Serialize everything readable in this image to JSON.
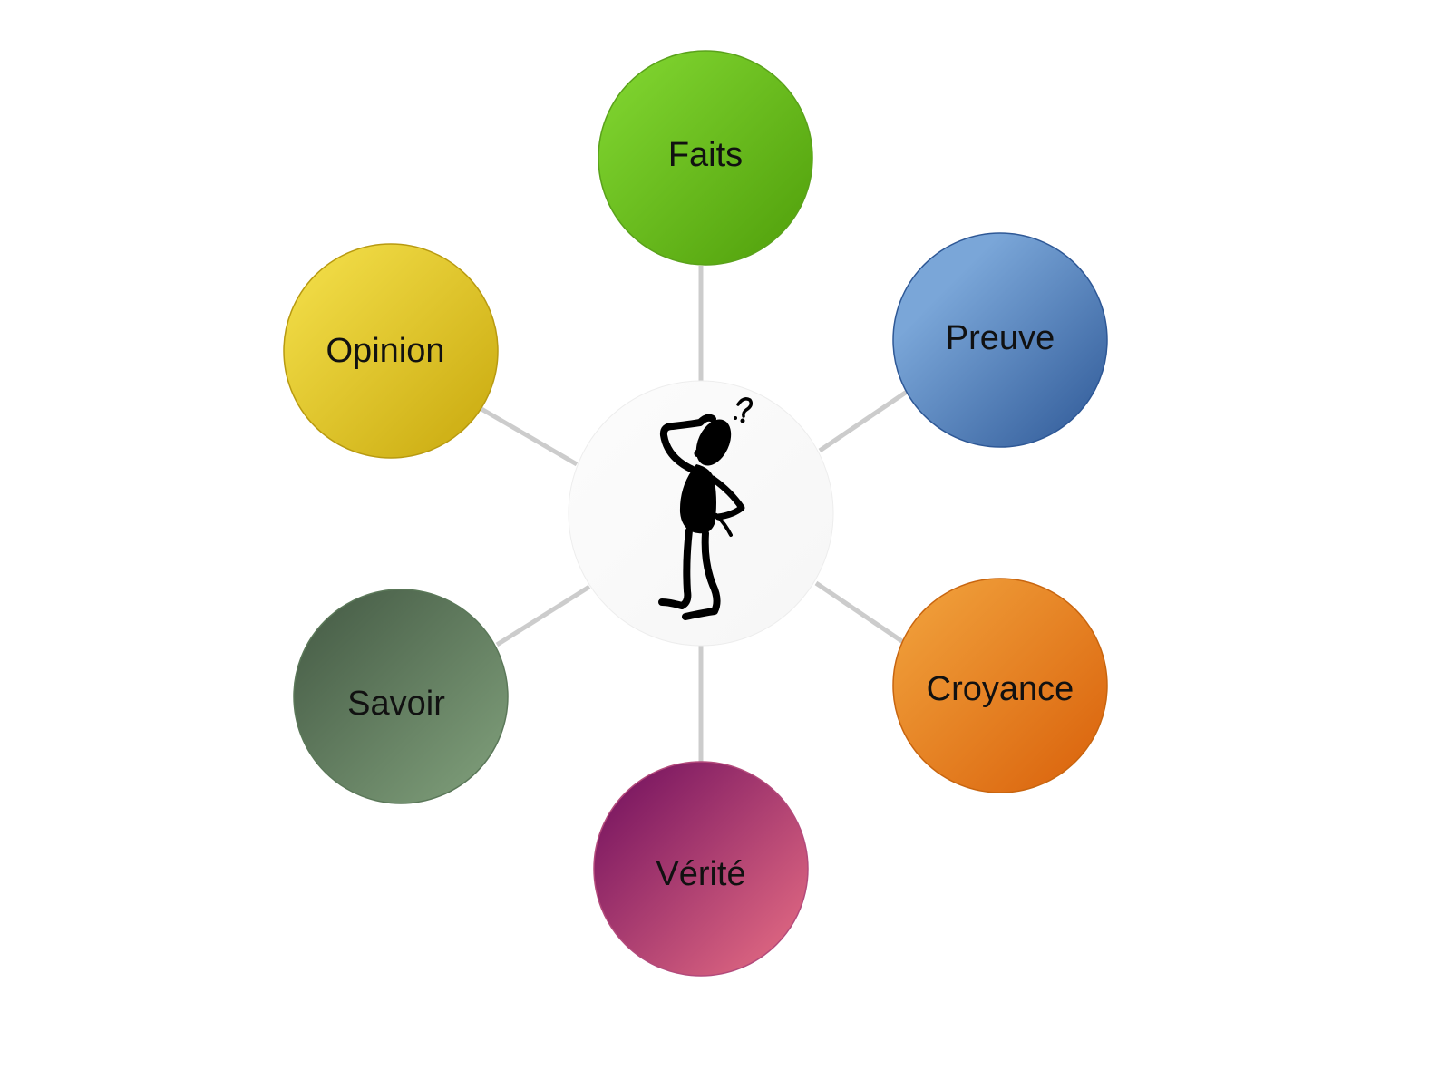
{
  "diagram": {
    "center": {
      "icon": "thinking-person-icon"
    },
    "nodes": [
      {
        "id": "faits",
        "label": "Faits",
        "color_light": "#84d933",
        "color_dark": "#4f9e0a",
        "stroke": "#5aa21b"
      },
      {
        "id": "preuve",
        "label": "Preuve",
        "color_light": "#7aa6d8",
        "color_dark": "#2e5896",
        "stroke": "#2e5896"
      },
      {
        "id": "croyance",
        "label": "Croyance",
        "color_light": "#f2a53f",
        "color_dark": "#d9600a",
        "stroke": "#c8650f"
      },
      {
        "id": "verite",
        "label": "Vérité",
        "color_light": "#74125f",
        "color_dark": "#ea7085",
        "stroke": "#b34a7b"
      },
      {
        "id": "savoir",
        "label": "Savoir",
        "color_light": "#465c46",
        "color_dark": "#82a27d",
        "stroke": "#5b7859"
      },
      {
        "id": "opinion",
        "label": "Opinion",
        "color_light": "#f6e24d",
        "color_dark": "#c8a80d",
        "stroke": "#b89a10"
      }
    ],
    "connector_color": "#cccccc",
    "center_color": "#f6f6f6"
  }
}
